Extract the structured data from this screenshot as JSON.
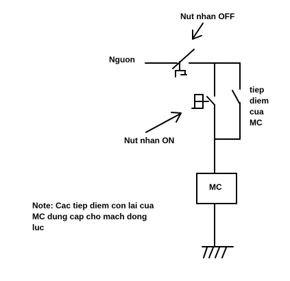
{
  "labels": {
    "off_button": "Nut nhan OFF",
    "source": "Nguon",
    "on_button": "Nut nhan ON",
    "contact": [
      "tiep",
      "diem",
      "cua",
      "MC"
    ],
    "mc_box": "MC",
    "note": [
      "Note: Cac tiep diem con lai cua",
      "MC dung cap cho mach dong",
      "luc"
    ]
  },
  "colors": {
    "line": "#000000",
    "background": "#ffffff"
  }
}
